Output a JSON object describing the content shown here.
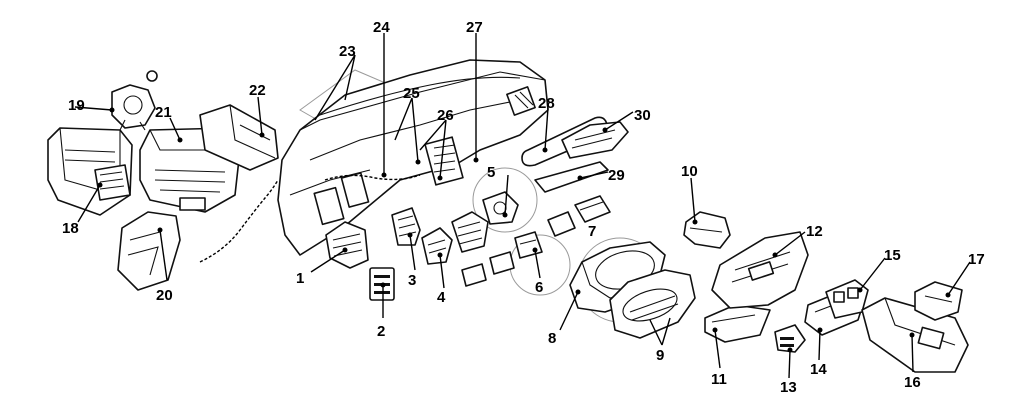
{
  "callouts": [
    {
      "num": "1"
    },
    {
      "num": "2"
    },
    {
      "num": "3"
    },
    {
      "num": "4"
    },
    {
      "num": "5"
    },
    {
      "num": "6"
    },
    {
      "num": "7"
    },
    {
      "num": "8"
    },
    {
      "num": "9"
    },
    {
      "num": "10"
    },
    {
      "num": "11"
    },
    {
      "num": "12"
    },
    {
      "num": "13"
    },
    {
      "num": "14"
    },
    {
      "num": "15"
    },
    {
      "num": "16"
    },
    {
      "num": "17"
    },
    {
      "num": "18"
    },
    {
      "num": "19"
    },
    {
      "num": "20"
    },
    {
      "num": "21"
    },
    {
      "num": "22"
    },
    {
      "num": "23"
    },
    {
      "num": "24"
    },
    {
      "num": "25"
    },
    {
      "num": "26"
    },
    {
      "num": "27"
    },
    {
      "num": "28"
    },
    {
      "num": "29"
    },
    {
      "num": "30"
    }
  ]
}
